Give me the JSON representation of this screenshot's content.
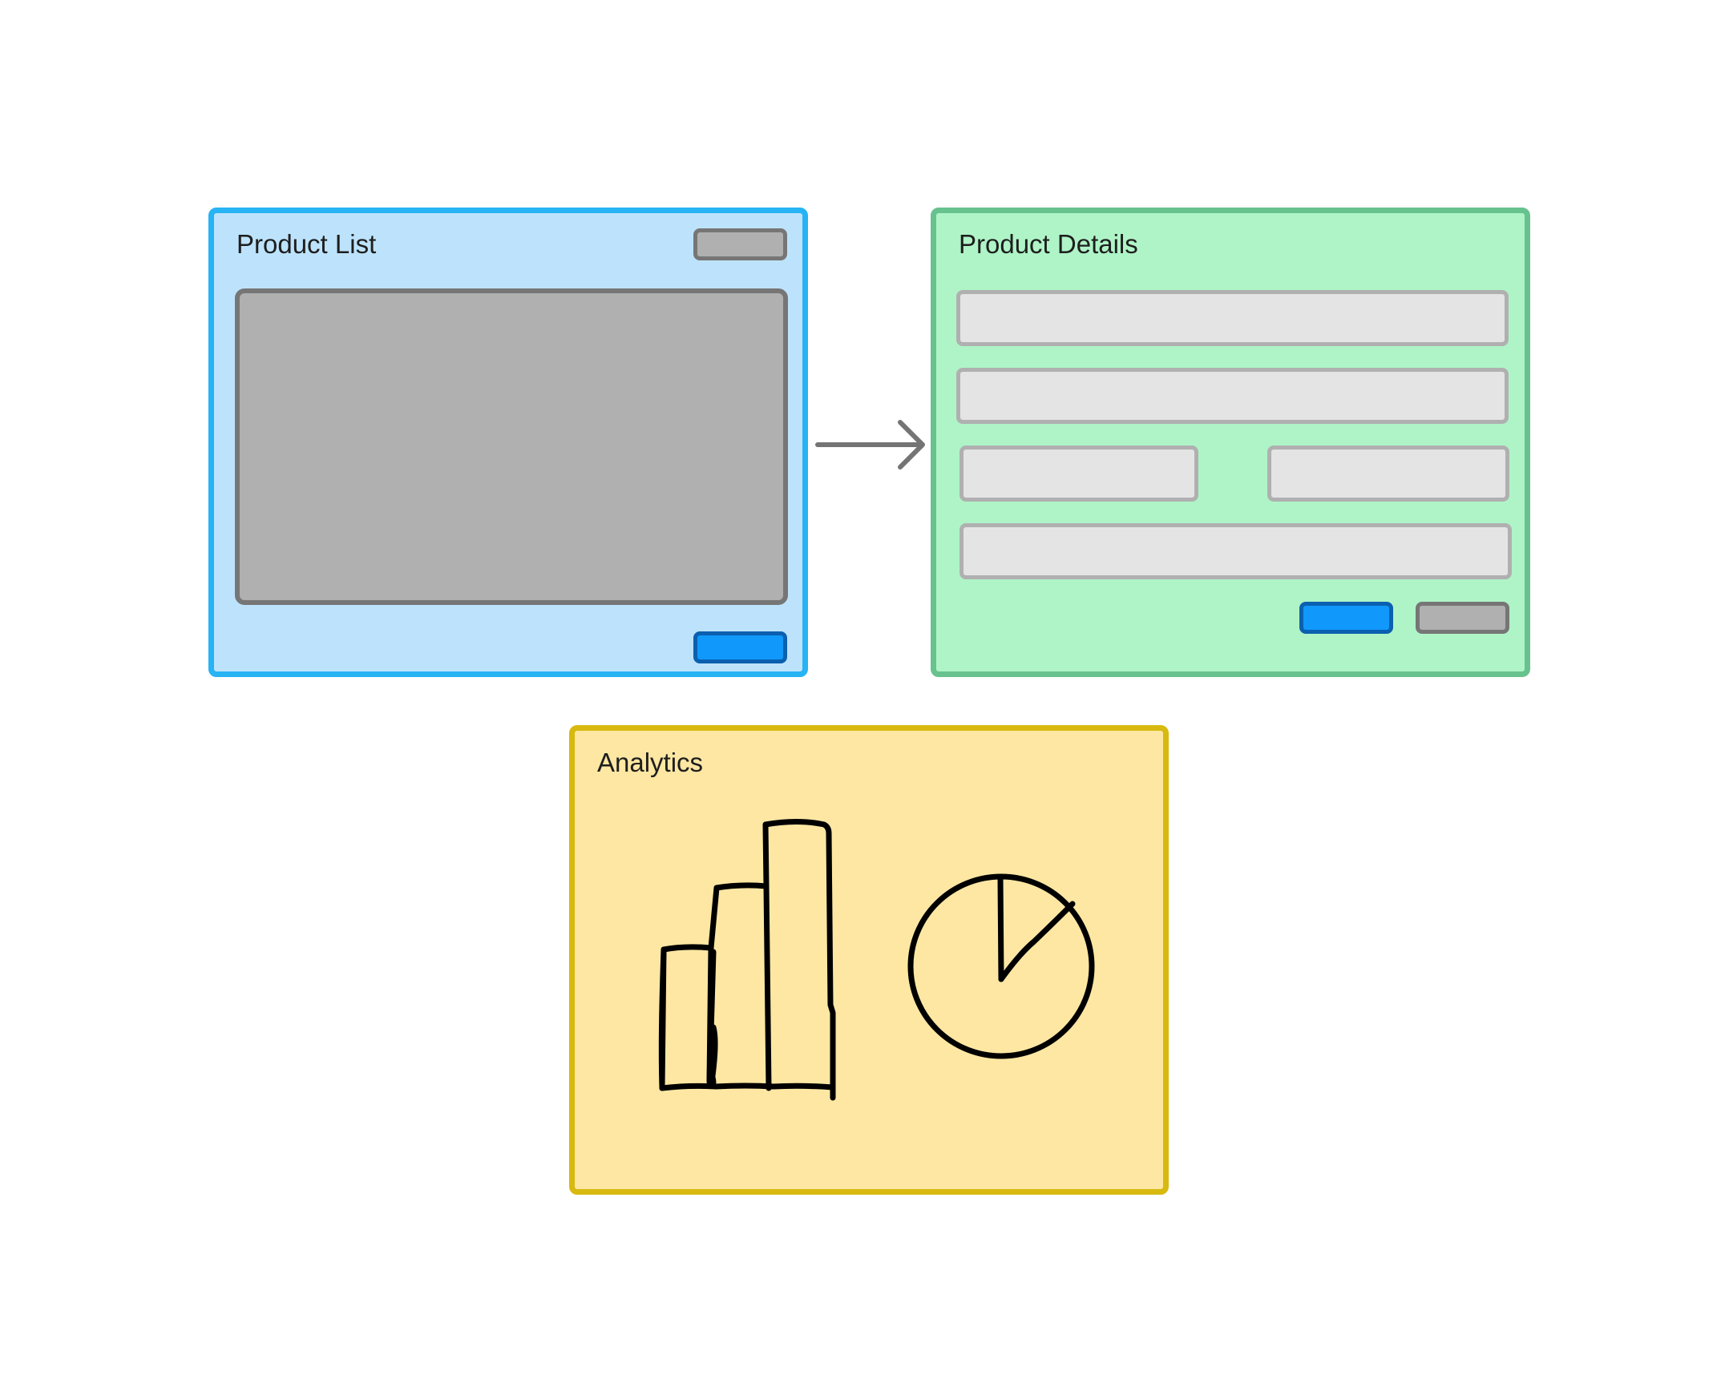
{
  "colors": {
    "list_fill": "#bde3fc",
    "list_border": "#27b3f4",
    "details_fill": "#aff4c7",
    "details_border": "#67c28e",
    "analytics_fill": "#fde7a3",
    "analytics_border": "#d8b90f",
    "field_fill": "#e4e4e4",
    "field_border": "#b0b0b0",
    "content_fill": "#b0b0b0",
    "content_border": "#767676",
    "primary_fill": "#1099fb",
    "primary_border": "#0b60b0",
    "arrow": "#747474",
    "sketch": "#000000"
  },
  "product_list": {
    "title": "Product List"
  },
  "product_details": {
    "title": "Product Details"
  },
  "analytics": {
    "title": "Analytics",
    "icons": [
      "bar-chart-icon",
      "pie-chart-icon"
    ]
  },
  "connector": {
    "from": "Product List",
    "to": "Product Details"
  }
}
